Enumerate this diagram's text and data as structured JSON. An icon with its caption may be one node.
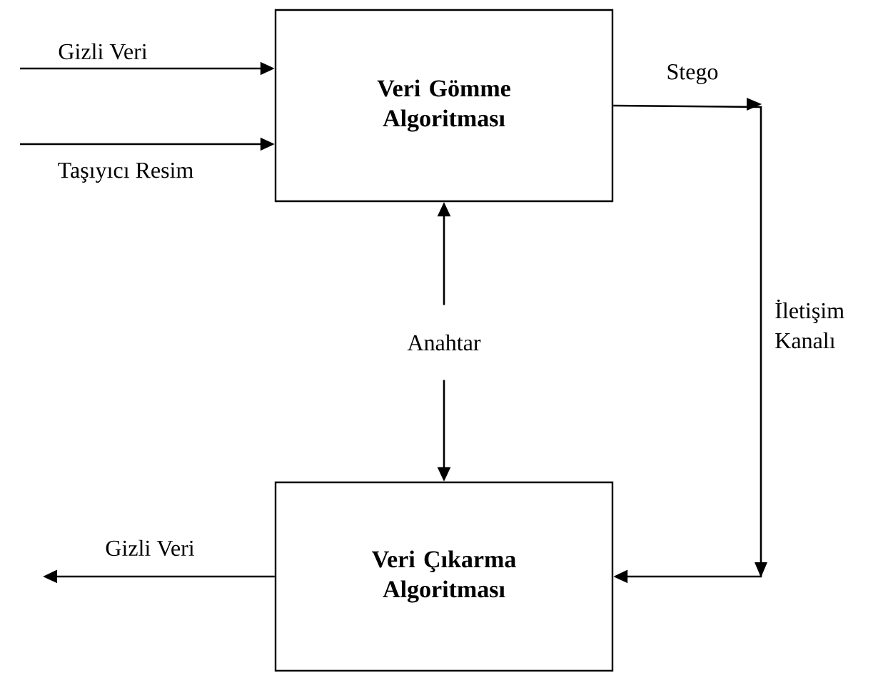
{
  "diagram": {
    "nodes": [
      {
        "text": [
          "Veri Gömme Algoritması"
        ]
      },
      {
        "text": [
          "Anahtar"
        ]
      },
      {
        "text": [
          "Veri Çıkarma Algoritması"
        ]
      }
    ],
    "edges": [
      {
        "from": null,
        "to": 0,
        "arrow": "to",
        "label": "Gizli Veri"
      },
      {
        "from": null,
        "to": 0,
        "arrow": "to",
        "label": "Taşıyıcı Resim"
      },
      {
        "from": 1,
        "to": 0,
        "arrow": "to"
      },
      {
        "from": 1,
        "to": 2,
        "arrow": "to"
      },
      {
        "from": 0,
        "to": 2,
        "arrow": "to",
        "label": "Stego"
      },
      {
        "from": 2,
        "to": null,
        "arrow": "to",
        "label": "Gizli Veri"
      }
    ],
    "labels": [
      "İletişim Kanalı"
    ]
  }
}
